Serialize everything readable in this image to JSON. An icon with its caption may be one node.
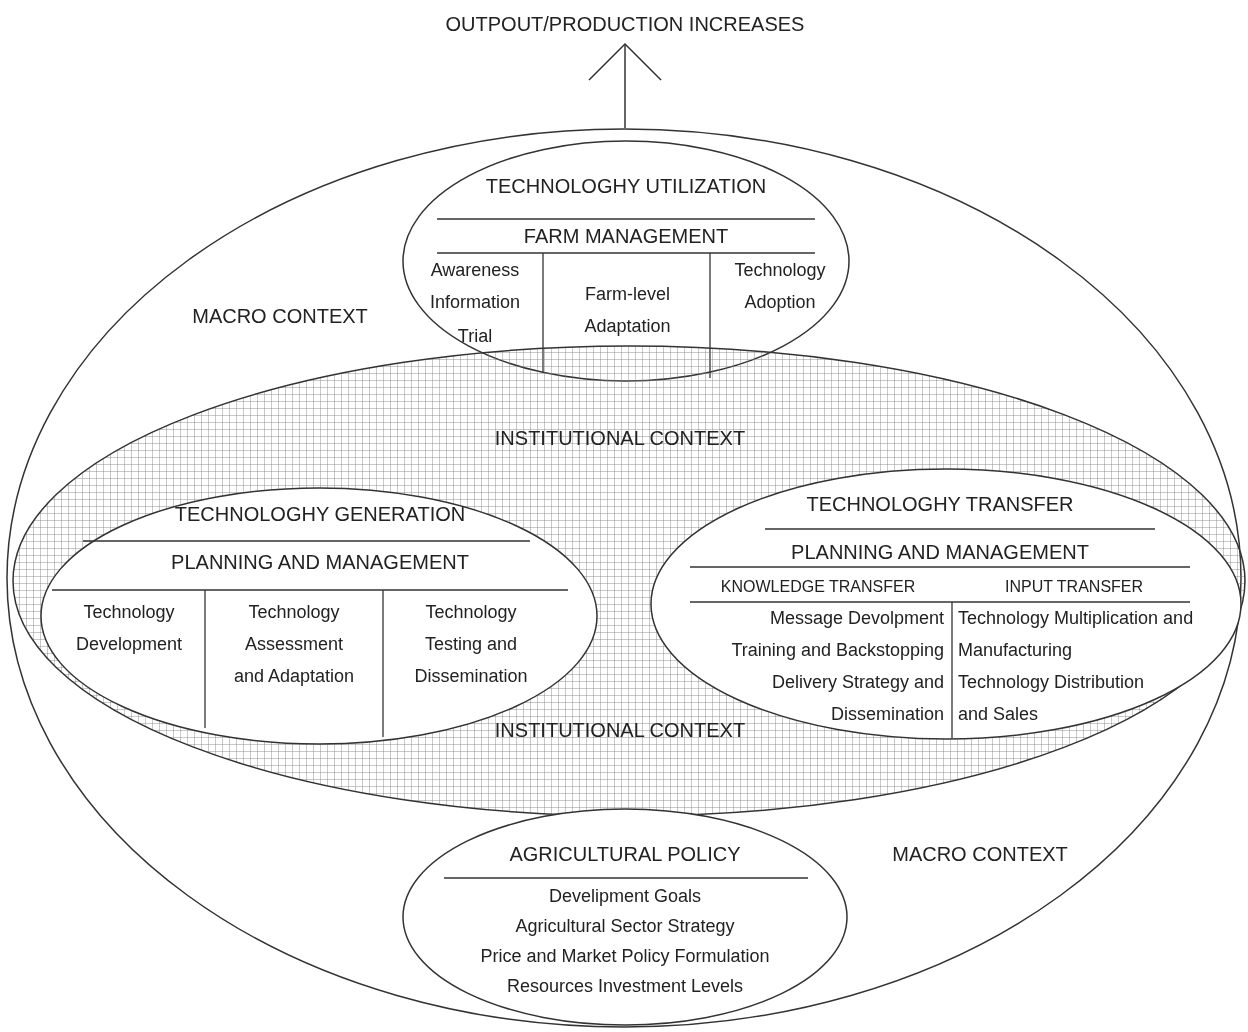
{
  "diagram": {
    "nodes": [
      {
        "text": [
          "OUTPOUT/PRODUCTION INCREASES"
        ]
      },
      {
        "text": [
          "MACRO CONTEXT",
          "MACRO CONTEXT"
        ]
      },
      {
        "text": [
          "TECHNOLOGHY UTILIZATION",
          "FARM MANAGEMENT",
          "Awareness",
          "Information",
          "Trial",
          "Farm-level Adaptation",
          "Technology Adoption"
        ],
        "in": 1
      },
      {
        "text": [
          "INSTITUTIONAL CONTEXT",
          "INSTITUTIONAL CONTEXT"
        ],
        "in": 1
      },
      {
        "text": [
          "TECHNOLOGHY GENERATION",
          "PLANNING AND MANAGEMENT",
          "Technology Development",
          "Technology Assessment and Adaptation",
          "Technology Testing and Dissemination"
        ],
        "in": 3
      },
      {
        "text": [
          "TECHNOLOGHY TRANSFER",
          "PLANNING AND MANAGEMENT",
          "KNOWLEDGE TRANSFER",
          "INPUT TRANSFER",
          "Message Devolpment",
          "Training and Backstopping",
          "Delivery Strategy and Dissemination",
          "Technology Multiplication and Manufacturing",
          "Technology Distribution and Sales"
        ],
        "in": 3
      },
      {
        "text": [
          "AGRICULTURAL POLICY",
          "Develipment Goals",
          "Agricultural Sector Strategy",
          "Price and Market Policy Formulation",
          "Resources Investment Levels"
        ],
        "in": 1
      }
    ],
    "edges": [
      {
        "from": 1,
        "to": 0,
        "arrow": "to"
      }
    ]
  }
}
